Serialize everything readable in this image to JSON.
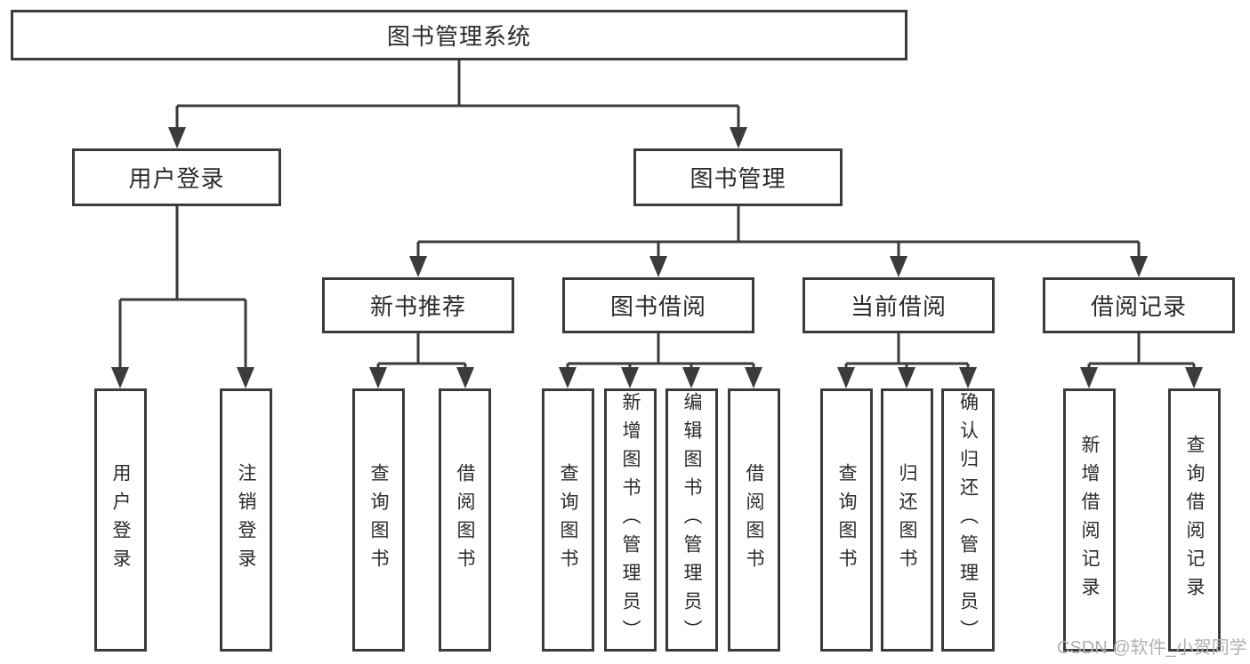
{
  "nodes": {
    "root": "图书管理系统",
    "user_login": "用户登录",
    "book_mgmt": "图书管理",
    "new_book": "新书推荐",
    "borrow": "图书借阅",
    "current": "当前借阅",
    "records": "借阅记录",
    "user_login_children": [
      "用户登录",
      "注销登录"
    ],
    "new_book_children": [
      "查询图书",
      "借阅图书"
    ],
    "borrow_children": [
      "查询图书",
      "新增图书（管理员）",
      "编辑图书（管理员）",
      "借阅图书"
    ],
    "current_children": [
      "查询图书",
      "归还图书",
      "确认归还（管理员）"
    ],
    "records_children": [
      "新增借阅记录",
      "查询借阅记录"
    ]
  },
  "hierarchy": {
    "图书管理系统": {
      "用户登录": [
        "用户登录",
        "注销登录"
      ],
      "图书管理": {
        "新书推荐": [
          "查询图书",
          "借阅图书"
        ],
        "图书借阅": [
          "查询图书",
          "新增图书（管理员）",
          "编辑图书（管理员）",
          "借阅图书"
        ],
        "当前借阅": [
          "查询图书",
          "归还图书",
          "确认归还（管理员）"
        ],
        "借阅记录": [
          "新增借阅记录",
          "查询借阅记录"
        ]
      }
    }
  },
  "watermark": "CSDN @软件_小贺同学",
  "colors": {
    "line": "#3b3b3b",
    "text": "#2b2b2b",
    "watermark": "#b0b0b0",
    "background": "#ffffff"
  }
}
